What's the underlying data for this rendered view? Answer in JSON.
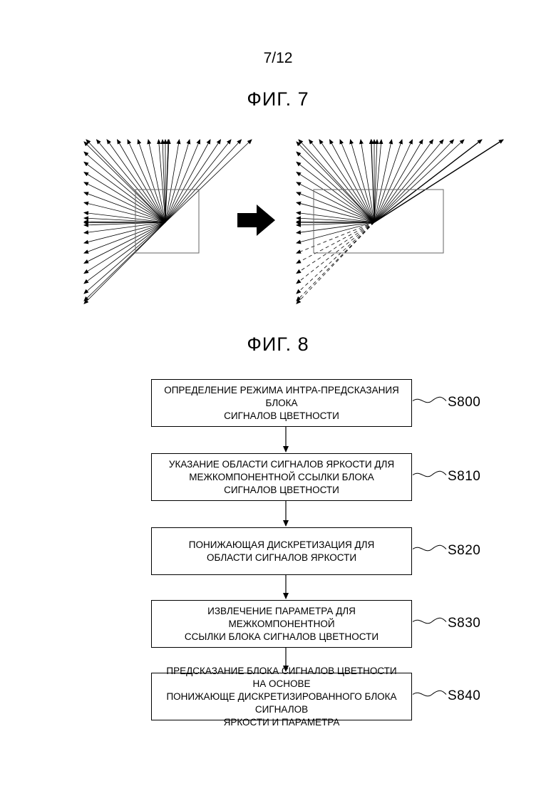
{
  "page_number": "7/12",
  "figure7": {
    "title": "ФИГ. 7"
  },
  "figure8": {
    "title": "ФИГ. 8",
    "steps": [
      {
        "id": "S800",
        "text": "ОПРЕДЕЛЕНИЕ РЕЖИМА ИНТРА-ПРЕДСКАЗАНИЯ БЛОКА\nСИГНАЛОВ ЦВЕТНОСТИ"
      },
      {
        "id": "S810",
        "text": "УКАЗАНИЕ ОБЛАСТИ СИГНАЛОВ ЯРКОСТИ ДЛЯ\nМЕЖКОМПОНЕНТНОЙ ССЫЛКИ БЛОКА\nСИГНАЛОВ ЦВЕТНОСТИ"
      },
      {
        "id": "S820",
        "text": "ПОНИЖАЮЩАЯ ДИСКРЕТИЗАЦИЯ ДЛЯ\nОБЛАСТИ СИГНАЛОВ ЯРКОСТИ"
      },
      {
        "id": "S830",
        "text": "ИЗВЛЕЧЕНИЕ ПАРАМЕТРА ДЛЯ МЕЖКОМПОНЕНТНОЙ\nССЫЛКИ БЛОКА СИГНАЛОВ ЦВЕТНОСТИ"
      },
      {
        "id": "S840",
        "text": "ПРЕДСКАЗАНИЕ БЛОКА СИГНАЛОВ ЦВЕТНОСТИ НА ОСНОВЕ\nПОНИЖАЮЩЕ ДИСКРЕТИЗИРОВАННОГО БЛОКА СИГНАЛОВ\nЯРКОСТИ И ПАРАМЕТРА"
      }
    ]
  }
}
